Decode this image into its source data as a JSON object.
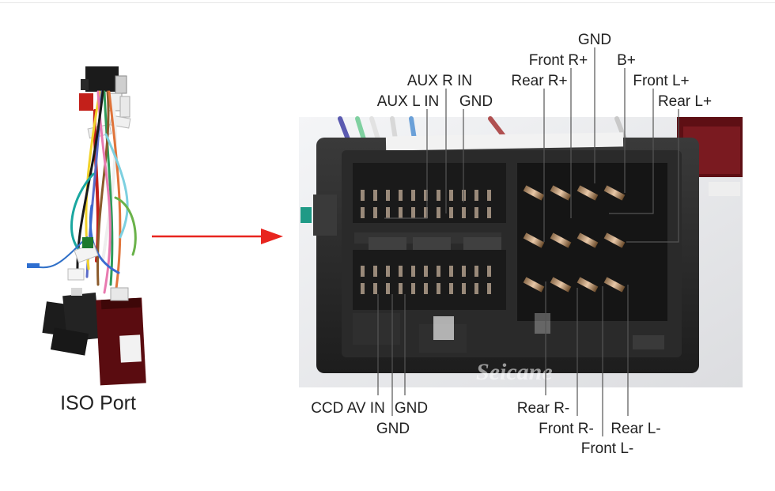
{
  "caption": "ISO Port",
  "watermark": "Seicane",
  "arrow_color": "#e8251f",
  "pin_labels": {
    "gnd_top": "GND",
    "front_r_plus": "Front R+",
    "b_plus": "B+",
    "aux_r_in": "AUX R IN",
    "rear_r_plus": "Rear R+",
    "front_l_plus": "Front L+",
    "aux_l_in": "AUX L IN",
    "gnd_mid": "GND",
    "rear_l_plus": "Rear L+",
    "ccd_av_in": "CCD AV IN",
    "gnd_bottom_right": "GND",
    "gnd_bottom": "GND",
    "rear_r_minus": "Rear R-",
    "front_r_minus": "Front R-",
    "rear_l_minus": "Rear L-",
    "front_l_minus": "Front L-"
  }
}
